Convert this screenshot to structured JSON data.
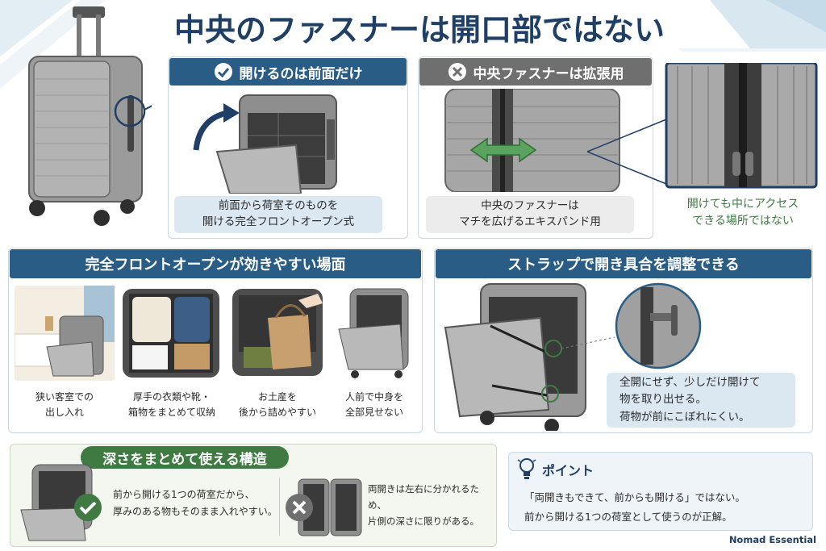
{
  "title": "中央のファスナーは開口部ではない",
  "colors": {
    "navy": "#1f3f67",
    "teal_header": "#2a5d86",
    "gray_header": "#6f6f6f",
    "green": "#3f7a42",
    "light_blue": "#dbe8f2",
    "light_gray": "#ececec",
    "arrow_green": "#5aa35e"
  },
  "panel_front_open": {
    "header": "開けるのは前面だけ",
    "header_icon": "check-circle-icon",
    "caption": "前面から荷室そのものを\n開ける完全フロントオープン式"
  },
  "panel_center_zipper": {
    "header": "中央ファスナーは拡張用",
    "header_icon": "x-circle-icon",
    "caption": "中央のファスナーは\nマチを広げるエキスパンド用"
  },
  "zipper_closeup": {
    "caption": "開けても中にアクセス\nできる場所ではない"
  },
  "scenes": {
    "header": "完全フロントオープンが効きやすい場面",
    "items": [
      {
        "caption": "狭い客室での\n出し入れ"
      },
      {
        "caption": "厚手の衣類や靴・\n箱物をまとめて収納"
      },
      {
        "caption": "お土産を\n後から詰めやすい"
      },
      {
        "caption": "人前で中身を\n全部見せない"
      }
    ]
  },
  "strap": {
    "header": "ストラップで開き具合を調整できる",
    "caption": "全開にせず、少しだけ開けて\n物を取り出せる。\n荷物が前にこぼれにくい。"
  },
  "depth": {
    "header": "深さをまとめて使える構造",
    "good_text": "前から開ける1つの荷室だから、\n厚みのある物もそのまま入れやすい。",
    "good_icon": "check-circle-icon",
    "bad_text": "両開きは左右に分かれるため、\n片側の深さに限りがある。",
    "bad_icon": "x-circle-icon"
  },
  "point": {
    "icon": "lightbulb-icon",
    "header": "ポイント",
    "line1": "「両開きもできて、前からも開ける」ではない。",
    "line2": "前から開ける1つの荷室として使うのが正解。"
  },
  "brand": "Nomad Essential"
}
